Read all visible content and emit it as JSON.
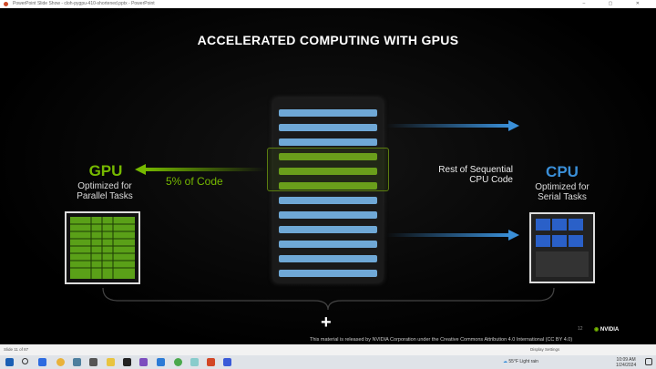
{
  "window": {
    "title": "PowerPoint Slide Show  -  cloh-pygpu-410-shortened.pptx  -  PowerPoint",
    "controls": "–  ▢  ✕"
  },
  "slide": {
    "title": "ACCELERATED COMPUTING WITH GPUS",
    "gpu": {
      "label": "GPU",
      "subtitle1": "Optimized for",
      "subtitle2": "Parallel Tasks"
    },
    "cpu": {
      "label": "CPU",
      "subtitle1": "Optimized for",
      "subtitle2": "Serial Tasks"
    },
    "gpu_code": "5% of Code",
    "cpu_code1": "Rest of Sequential",
    "cpu_code2": "CPU Code",
    "plus": "+",
    "slide_number": "12",
    "logo": "NVIDIA",
    "license": "This material is released by NVIDIA Corporation under the Creative Commons Attribution 4.0 International (CC BY 4.0)",
    "colors": {
      "gpu": "#76b900",
      "cpu": "#3a8fd8",
      "blue_bar": "#6fa8d6"
    }
  },
  "statusbar": {
    "slide_counter": "Slide 11 of 87",
    "display_settings": "Display Settings"
  },
  "taskbar": {
    "weather": "55°F  Light rain",
    "time": "10:09 AM",
    "date": "1/24/2024"
  }
}
